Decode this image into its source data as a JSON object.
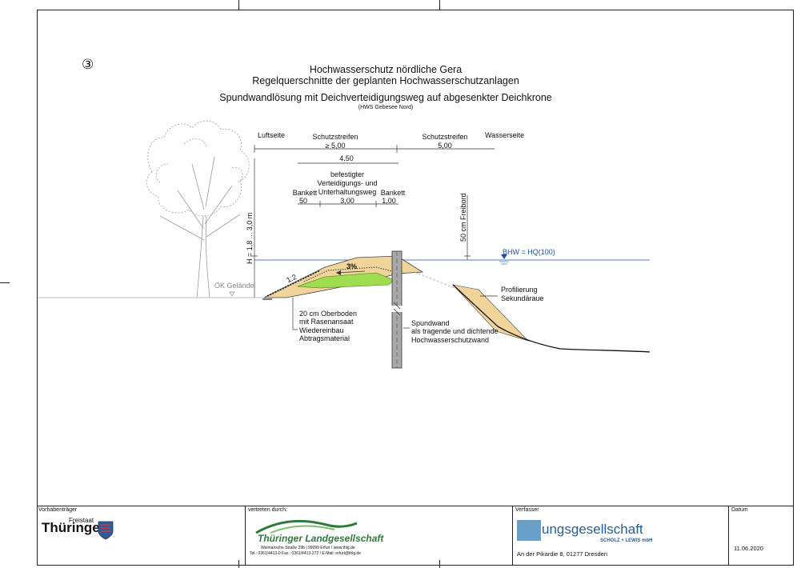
{
  "header": {
    "number": "③",
    "title_line1": "Hochwasserschutz nördliche Gera",
    "title_line2": "Regelquerschnitte der geplanten Hochwasserschutzanlagen",
    "subtitle": "Spundwandlösung mit Deichverteidigungsweg auf abgesenkter Deichkrone",
    "subtitle_note": "(HWS Gebesee Nord)"
  },
  "dimensions": {
    "luftseite": "Luftseite",
    "schutzstreifen_left": "Schutzstreifen",
    "schutzstreifen_left_value": "≥ 5,00",
    "schutzstreifen_right": "Schutzstreifen",
    "schutzstreifen_right_value": "5,00",
    "wasserseite": "Wasserseite",
    "crest_width": "4.50",
    "weg_line1": "befestigter",
    "weg_line2": "Verteidigungs- und",
    "weg_line3": "Unterhaltungsweg",
    "weg_width": "3,00",
    "bankett_left": "Bankett",
    "bankett_left_value": "50",
    "bankett_right": "Bankett",
    "bankett_right_value": "1,00",
    "height": "H = 1,8 ... 3,0 m",
    "freibord": "50 cm Freibord"
  },
  "labels": {
    "bhw": "BHW = HQ(100)",
    "gefaelle": "3%",
    "slope": "1:2",
    "ok_gelaende": "OK Gelände",
    "oberboden_line1": "20 cm Oberboden",
    "oberboden_line2": "mit Rasenansaat",
    "oberboden_line3": "Wiedereinbau",
    "oberboden_line4": "Abtragsmaterial",
    "spundwand_line1": "Spundwand",
    "spundwand_line2": "als tragende und dichtende",
    "spundwand_line3": "Hochwasserschutzwand",
    "profil_line1": "Profilierung",
    "profil_line2": "Sekundäraue"
  },
  "title_block": {
    "vorhabentraeger": "Vorhabenträger",
    "vertreten": "vertreten durch:",
    "verfasser": "Verfasser",
    "datum_label": "Datum",
    "freistaat": "Freistaat",
    "thueringen": "Thüringen",
    "lg_name": "Thüringer Landgesellschaft",
    "lg_addr1": "Weimarische Straße 29b | 99099 Erfurt / www.thlg.de",
    "lg_addr2": "Tel.: 0361/4413-0 Fax.: 0361/4413-272 / E-Mail: erfurt@thlg.de",
    "pg_name": "ungsgesellschaft",
    "pg_sub": "SCHOLZ + LEWIS mbH",
    "pg_addr": "An der Pikardie 8, 01277 Dresden",
    "date": "11.06.2020"
  },
  "colors": {
    "water": "#1e4fa6",
    "sand": "#f0d49a",
    "green": "#9fdc4f",
    "wall": "#a9a9a9"
  }
}
